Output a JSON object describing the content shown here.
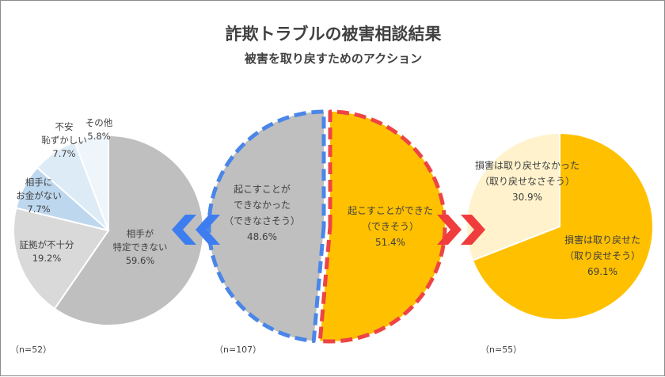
{
  "header": {
    "title": "詐欺トラブルの被害相談結果",
    "subtitle": "被害を取り戻すためのアクション"
  },
  "colors": {
    "gray": "#bfbfbf",
    "gold": "#ffc000",
    "cream": "#fff2cc",
    "blue_mid": "#bdd7ee",
    "blue_light": "#ddebf7",
    "blue_pale": "#eef5fb",
    "light_gray": "#d9d9d9",
    "dash_blue": "#4a86e8",
    "dash_red": "#ee4444",
    "arrow_blue": "#3d7df0",
    "arrow_red": "#f03c3c"
  },
  "chart_data": [
    {
      "type": "pie",
      "n_label": "（n=52）",
      "slices": [
        {
          "label": [
            "相手が",
            "特定できない"
          ],
          "pct": "59.6%",
          "value": 59.6
        },
        {
          "label": [
            "証拠が不十分"
          ],
          "pct": "19.2%",
          "value": 19.2
        },
        {
          "label": [
            "相手に",
            "お金がない"
          ],
          "pct": "7.7%",
          "value": 7.7
        },
        {
          "label": [
            "不安",
            "恥ずかしい"
          ],
          "pct": "7.7%",
          "value": 7.7
        },
        {
          "label": [
            "その他"
          ],
          "pct": "5.8%",
          "value": 5.8
        }
      ]
    },
    {
      "type": "pie",
      "n_label": "（n=107）",
      "slices": [
        {
          "label": [
            "起こすことができた",
            "（できそう）"
          ],
          "pct": "51.4%",
          "value": 51.4
        },
        {
          "label": [
            "起こすことが",
            "できなかった",
            "（できなさそう）"
          ],
          "pct": "48.6%",
          "value": 48.6
        }
      ]
    },
    {
      "type": "pie",
      "n_label": "（n=55）",
      "slices": [
        {
          "label": [
            "損害は取り戻せた",
            "（取り戻せそう）"
          ],
          "pct": "69.1%",
          "value": 69.1
        },
        {
          "label": [
            "損害は取り戻せなかった",
            "（取り戻せなさそう）"
          ],
          "pct": "30.9%",
          "value": 30.9
        }
      ]
    }
  ]
}
